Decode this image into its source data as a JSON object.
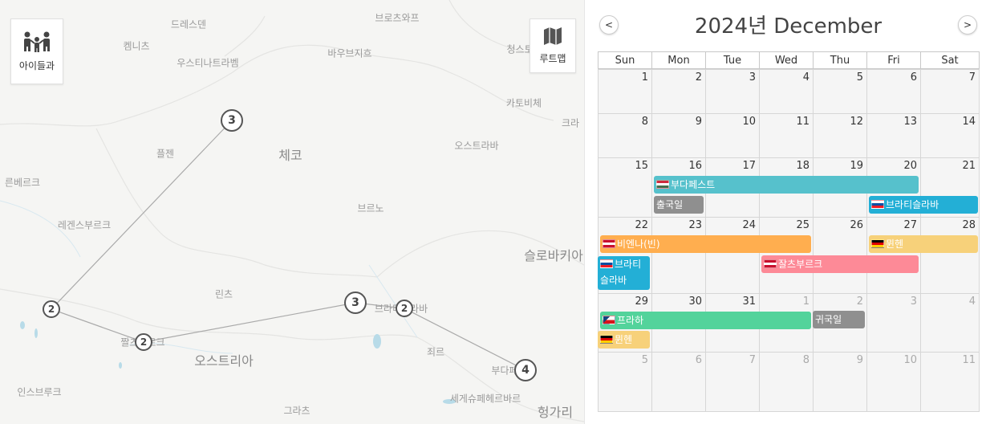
{
  "map": {
    "kids_button": {
      "label": "아이들과"
    },
    "route_button": {
      "label": "루트맵"
    },
    "places": [
      {
        "name": "드레스덴"
      },
      {
        "name": "브로츠와프"
      },
      {
        "name": "켐니츠"
      },
      {
        "name": "청스토"
      },
      {
        "name": "우스티나트라벰"
      },
      {
        "name": "바우브지흐"
      },
      {
        "name": "카토비체"
      },
      {
        "name": "크라"
      },
      {
        "name": "플젠"
      },
      {
        "name": "체코"
      },
      {
        "name": "오스트라바"
      },
      {
        "name": "른베르크"
      },
      {
        "name": "브르노"
      },
      {
        "name": "레겐스부르크"
      },
      {
        "name": "슬로바키아"
      },
      {
        "name": "린츠"
      },
      {
        "name": "브라티슬라바"
      },
      {
        "name": "짤츠부르크"
      },
      {
        "name": "오스트리아"
      },
      {
        "name": "죄르"
      },
      {
        "name": "부다페스트"
      },
      {
        "name": "인스브루크"
      },
      {
        "name": "세게슈페헤르바르"
      },
      {
        "name": "그라츠"
      },
      {
        "name": "헝가리"
      }
    ],
    "markers": [
      {
        "label": "3"
      },
      {
        "label": "2"
      },
      {
        "label": "2"
      },
      {
        "label": "3"
      },
      {
        "label": "2"
      },
      {
        "label": "4"
      }
    ]
  },
  "calendar": {
    "year": "2024",
    "year_suffix": "년",
    "month": "December",
    "prev_label": "<",
    "next_label": ">",
    "weekdays": [
      "Sun",
      "Mon",
      "Tue",
      "Wed",
      "Thu",
      "Fri",
      "Sat"
    ],
    "weeks": [
      [
        "1",
        "2",
        "3",
        "4",
        "5",
        "6",
        "7"
      ],
      [
        "8",
        "9",
        "10",
        "11",
        "12",
        "13",
        "14"
      ],
      [
        "15",
        "16",
        "17",
        "18",
        "19",
        "20",
        "21"
      ],
      [
        "22",
        "23",
        "24",
        "25",
        "26",
        "27",
        "28"
      ],
      [
        "29",
        "30",
        "31",
        "1",
        "2",
        "3",
        "4"
      ],
      [
        "5",
        "6",
        "7",
        "8",
        "9",
        "10",
        "11"
      ]
    ],
    "events": [
      {
        "label": "부다페스트",
        "color": "#56c1cc",
        "flag": "hungary"
      },
      {
        "label": "출국일",
        "color": "#8f8f8f",
        "flag": ""
      },
      {
        "label": "브라티슬라바",
        "color": "#23afd6",
        "flag": "slovakia"
      },
      {
        "label": "비엔나(빈)",
        "color": "#ffae4f",
        "flag": "austria"
      },
      {
        "label": "뮌헨",
        "color": "#f7d17a",
        "flag": "germany"
      },
      {
        "label": "브라티슬라바",
        "color": "#23afd6",
        "flag": "slovakia"
      },
      {
        "label": "잘츠부르크",
        "color": "#fd8a97",
        "flag": "austria"
      },
      {
        "label": "프라하",
        "color": "#53d39b",
        "flag": "czech"
      },
      {
        "label": "귀국일",
        "color": "#8f8f8f",
        "flag": ""
      },
      {
        "label": "뮌헨",
        "color": "#f7d17a",
        "flag": "germany"
      }
    ]
  }
}
